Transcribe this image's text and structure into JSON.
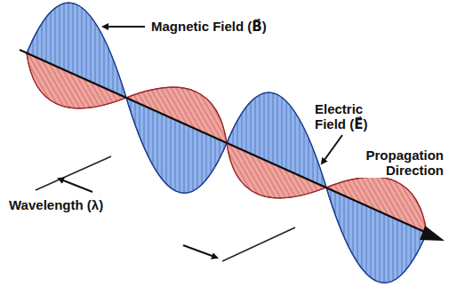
{
  "diagram": {
    "labels": [
      "Magnetic Field (B⃗)",
      "Electric Field (E⃗)",
      "Wavelength (λ)",
      "Propagation Direction"
    ]
  }
}
